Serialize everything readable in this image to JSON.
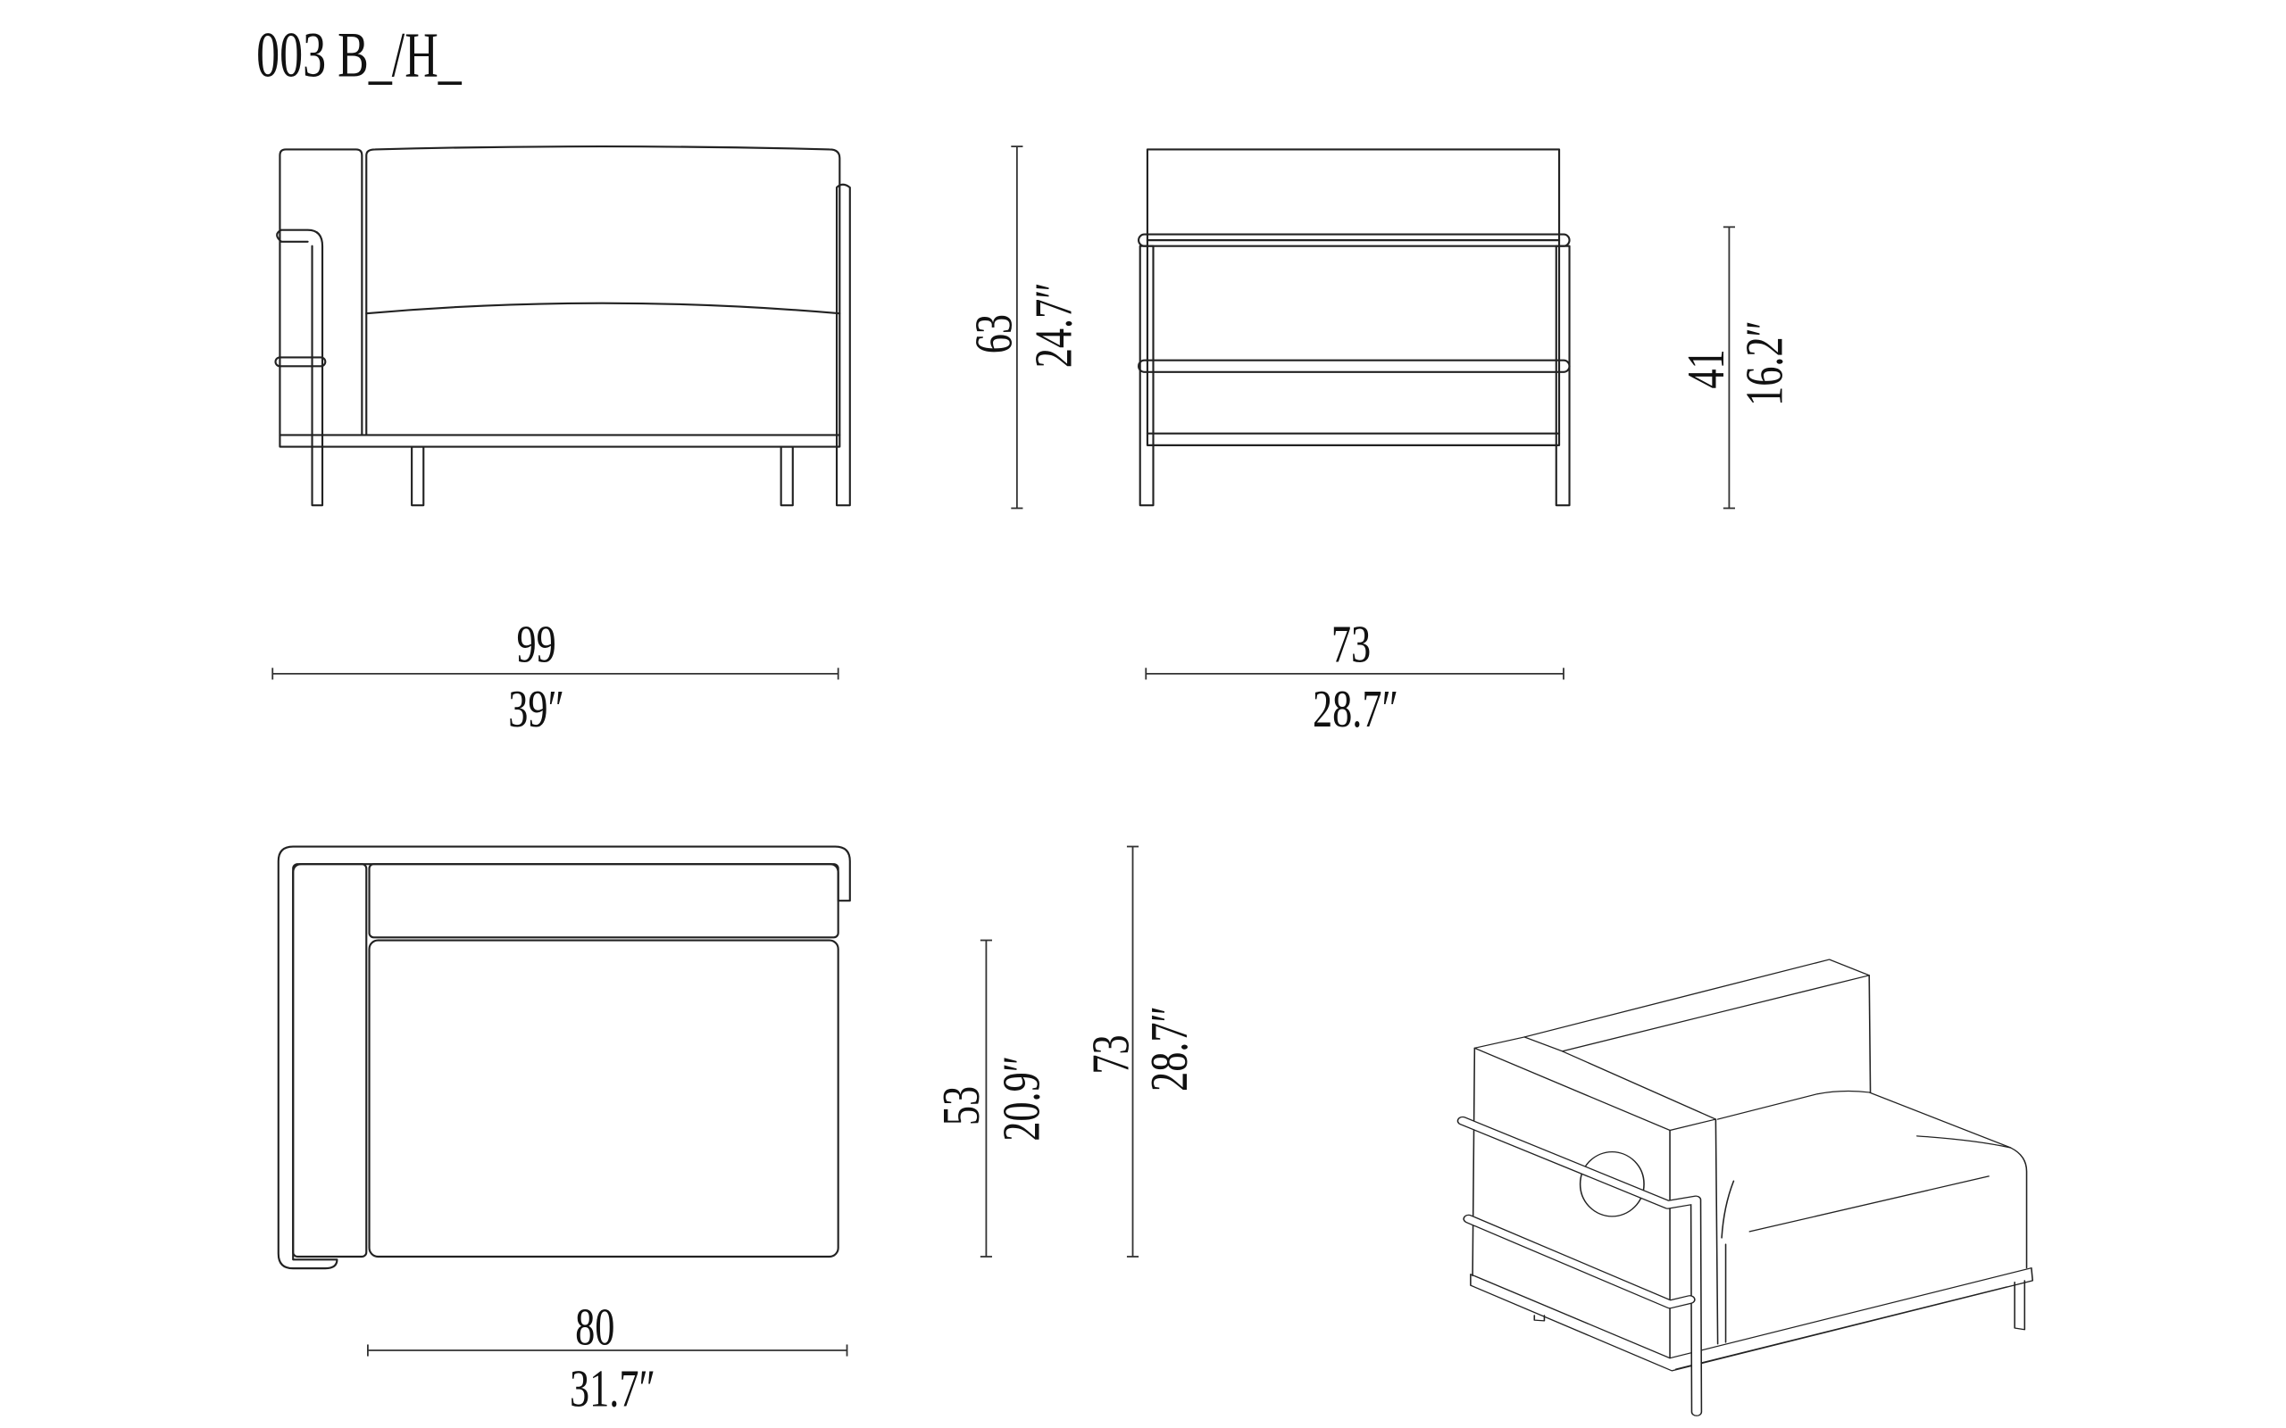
{
  "title": "003 B_/H_",
  "front_view": {
    "height_cm": "63",
    "height_in": "24.7″",
    "width_cm": "99",
    "width_in": "39″"
  },
  "side_view": {
    "seat_height_cm": "41",
    "seat_height_in": "16.2″",
    "depth_cm": "73",
    "depth_in": "28.7″"
  },
  "top_view": {
    "seat_depth_cm": "53",
    "seat_depth_in": "20.9″",
    "depth_cm": "73",
    "depth_in": "28.7″",
    "seat_width_cm": "80",
    "seat_width_in": "31.7″"
  }
}
